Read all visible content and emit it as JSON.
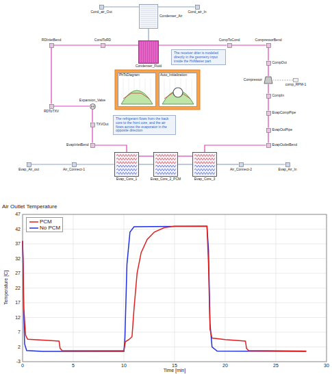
{
  "diagram": {
    "title": "Air Outlet Temperature",
    "nodes": [
      {
        "text": [
          "Cond_air_Out"
        ]
      },
      {
        "text": [
          "Condenser_Air"
        ]
      },
      {
        "text": [
          "Cond_air_In"
        ]
      },
      {
        "text": [
          "Condenser_Fluid"
        ]
      },
      {
        "text": [
          "The receiver drier is modeled directly in the geometry input inside the HxMaster part"
        ]
      },
      {
        "text": [
          "RDInletBend"
        ]
      },
      {
        "text": [
          "CondToRD"
        ]
      },
      {
        "text": [
          "CompToCond"
        ]
      },
      {
        "text": [
          "CompressorBend"
        ]
      },
      {
        "text": [
          "PhTsDiagram"
        ]
      },
      {
        "text": [
          "Auto_Initialization"
        ]
      },
      {
        "text": [
          "CompOut"
        ]
      },
      {
        "text": [
          "Compressor"
        ]
      },
      {
        "text": [
          "comp_RPM-1"
        ]
      },
      {
        "text": [
          "CompIn"
        ]
      },
      {
        "text": [
          "RDToTXV"
        ]
      },
      {
        "text": [
          "Expansion_Valve"
        ]
      },
      {
        "text": [
          "EvapCompPipe"
        ]
      },
      {
        "text": [
          "TXVOut"
        ]
      },
      {
        "text": [
          "The refrigerant flows from the back core to the front core, and the air flows across the evaporator in the opposite direction"
        ]
      },
      {
        "text": [
          "EvapOutPipe"
        ]
      },
      {
        "text": [
          "EvapInletBend"
        ]
      },
      {
        "text": [
          "EvapOutletBend"
        ]
      },
      {
        "text": [
          "Evap_Air_out"
        ]
      },
      {
        "text": [
          "Air_Connect-1"
        ]
      },
      {
        "text": [
          "Evap_Core_1"
        ]
      },
      {
        "text": [
          "Evap_Core_2_PCM"
        ]
      },
      {
        "text": [
          "Evap_Core_3"
        ]
      },
      {
        "text": [
          "Air_Connect-2"
        ]
      },
      {
        "text": [
          "Evap_Air_In"
        ]
      }
    ],
    "edges": [
      {
        "from": 2,
        "to": 1,
        "arrow": "none"
      },
      {
        "from": 1,
        "to": 0,
        "arrow": "none"
      },
      {
        "from": 1,
        "to": 3,
        "arrow": "none"
      },
      {
        "from": 3,
        "to": 6,
        "arrow": "none"
      },
      {
        "from": 6,
        "to": 5,
        "arrow": "none"
      },
      {
        "from": 5,
        "to": 15,
        "arrow": "none"
      },
      {
        "from": 15,
        "to": 16,
        "arrow": "none"
      },
      {
        "from": 16,
        "to": 18,
        "arrow": "none"
      },
      {
        "from": 18,
        "to": 21,
        "arrow": "none"
      },
      {
        "from": 21,
        "to": 25,
        "arrow": "none"
      },
      {
        "from": 25,
        "to": 26,
        "arrow": "none"
      },
      {
        "from": 26,
        "to": 27,
        "arrow": "none"
      },
      {
        "from": 27,
        "to": 22,
        "arrow": "none"
      },
      {
        "from": 22,
        "to": 20,
        "arrow": "none"
      },
      {
        "from": 20,
        "to": 17,
        "arrow": "none"
      },
      {
        "from": 17,
        "to": 14,
        "arrow": "none"
      },
      {
        "from": 14,
        "to": 12,
        "arrow": "none"
      },
      {
        "from": 12,
        "to": 11,
        "arrow": "none"
      },
      {
        "from": 11,
        "to": 8,
        "arrow": "none"
      },
      {
        "from": 8,
        "to": 7,
        "arrow": "none"
      },
      {
        "from": 7,
        "to": 3,
        "arrow": "none"
      },
      {
        "from": 13,
        "to": 12,
        "arrow": "none"
      },
      {
        "from": 29,
        "to": 28,
        "arrow": "none"
      },
      {
        "from": 28,
        "to": 27,
        "arrow": "none"
      },
      {
        "from": 27,
        "to": 26,
        "arrow": "none"
      },
      {
        "from": 26,
        "to": 25,
        "arrow": "none"
      },
      {
        "from": 25,
        "to": 24,
        "arrow": "none"
      },
      {
        "from": 24,
        "to": 23,
        "arrow": "none"
      }
    ],
    "labels": [
      "47",
      "42",
      "37",
      "32",
      "27",
      "22",
      "17",
      "12",
      "7",
      "2",
      "-3",
      "0",
      "5",
      "10",
      "15",
      "20",
      "25",
      "30",
      "Temperature [C]",
      "Time [min]"
    ],
    "legend": [
      {
        "text": "PCM"
      },
      {
        "text": "No PCM"
      }
    ]
  }
}
